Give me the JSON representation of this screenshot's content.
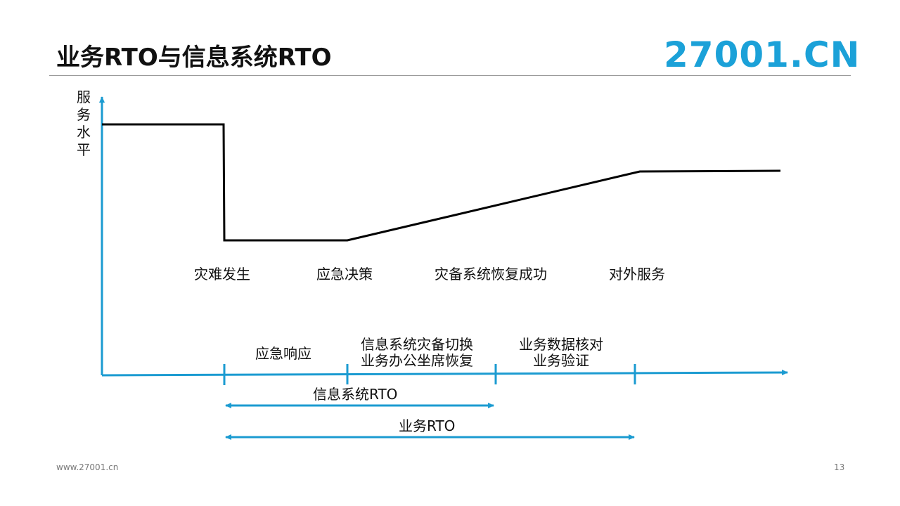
{
  "slide": {
    "title": "业务RTO与信息系统RTO",
    "logo": "27001.CN",
    "footer_url": "www.27001.cn",
    "page_number": "13"
  },
  "diagram": {
    "y_axis_label": "服务水平",
    "events": [
      "灾难发生",
      "应急决策",
      "灾备系统恢复成功",
      "对外服务"
    ],
    "phases": [
      {
        "line1": "应急响应",
        "line2": ""
      },
      {
        "line1": "信息系统灾备切换",
        "line2": "业务办公坐席恢复"
      },
      {
        "line1": "业务数据核对",
        "line2": "业务验证"
      }
    ],
    "rto_spans": [
      {
        "label": "信息系统RTO"
      },
      {
        "label": "业务RTO"
      }
    ]
  },
  "colors": {
    "axis": "#1b9bd1",
    "curve": "#000000",
    "brand": "#1ba1d8"
  }
}
